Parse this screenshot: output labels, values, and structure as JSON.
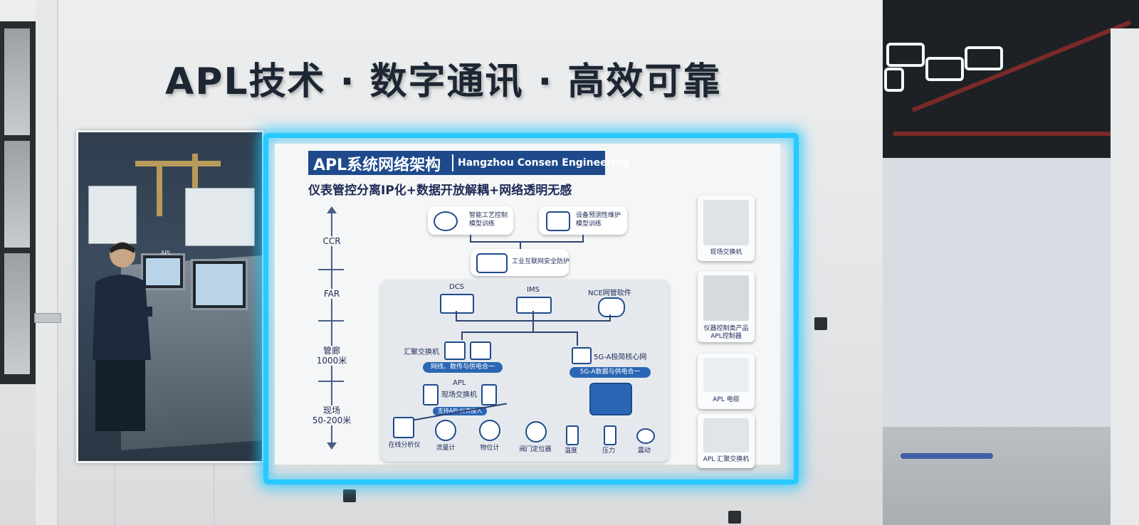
{
  "headline": "APL技术 · 数字通讯 · 高效可靠",
  "board": {
    "title_cn": "APL系统网络架构",
    "title_en": "Hangzhou Consen Engineering",
    "subtitle": "仪表管控分离IP化+数据开放解耦+网络透明无感",
    "levels": [
      {
        "name": "CCR",
        "sub": ""
      },
      {
        "name": "FAR",
        "sub": ""
      },
      {
        "name": "管廊",
        "sub": "1000米"
      },
      {
        "name": "现场",
        "sub": "50-200米"
      }
    ],
    "top_cards": [
      {
        "line1": "智能工艺控制",
        "line2": "模型训练",
        "icon": "brain-chip-icon"
      },
      {
        "line1": "设备预测性维护",
        "line2": "模型训练",
        "icon": "monitor-gear-icon"
      }
    ],
    "security_card": {
      "label": "工业互联网安全防护",
      "icon": "firewall-icon"
    },
    "systems": {
      "dcs": "DCS",
      "ims": "IMS",
      "nce": "NCE网管软件"
    },
    "aggregation": {
      "label": "汇聚交换机",
      "pill": "网线、数传与供电合一",
      "field_switch_line1": "APL",
      "field_switch_line2": "现场交换机",
      "apl_pill": "支持APL仪表接入"
    },
    "core": {
      "label": "5G-A极简核心网",
      "pill": "5G-A数据与供电合一"
    },
    "devices_wired": [
      "在线分析仪",
      "流量计",
      "物位计",
      "阀门定位器"
    ],
    "devices_wireless": [
      "温度",
      "压力",
      "震动"
    ]
  },
  "products": [
    {
      "label": "现场交换机"
    },
    {
      "label": "仪器控制类产品\nAPL控制器"
    },
    {
      "label": "APL 电缆"
    },
    {
      "label": "APL 汇聚交换机"
    }
  ],
  "photo": {
    "screen_tag": "APL"
  },
  "colors": {
    "board_blue": "#1e4a8c",
    "glow": "#28c9ff",
    "ink": "#1d2633"
  }
}
